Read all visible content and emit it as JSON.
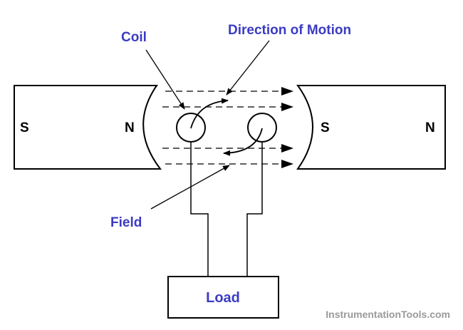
{
  "labels": {
    "coil": "Coil",
    "direction_of_motion": "Direction of Motion",
    "field": "Field",
    "load": "Load",
    "left_magnet_s": "S",
    "left_magnet_n": "N",
    "right_magnet_s": "S",
    "right_magnet_n": "N"
  },
  "watermark": "InstrumentationTools.com",
  "colors": {
    "annotation": "#3b3bc4",
    "line": "#000000",
    "watermark": "#9a9a9a"
  }
}
